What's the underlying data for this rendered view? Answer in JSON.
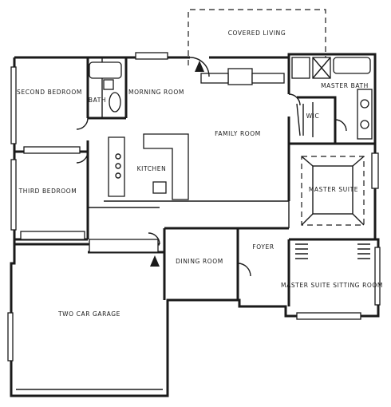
{
  "rooms": {
    "covered_living": "COVERED LIVING",
    "master_bath": "MASTER BATH",
    "second_bedroom": "SECOND BEDROOM",
    "bath": "BATH",
    "morning_room": "MORNING ROOM",
    "wic": "WIC",
    "family_room": "FAMILY ROOM",
    "kitchen": "KITCHEN",
    "third_bedroom": "THIRD BEDROOM",
    "master_suite": "MASTER SUITE",
    "dining_room": "DINING ROOM",
    "foyer": "FOYER",
    "master_suite_sitting_room": "MASTER SUITE SITTING ROOM",
    "two_car_garage": "TWO CAR GARAGE"
  }
}
